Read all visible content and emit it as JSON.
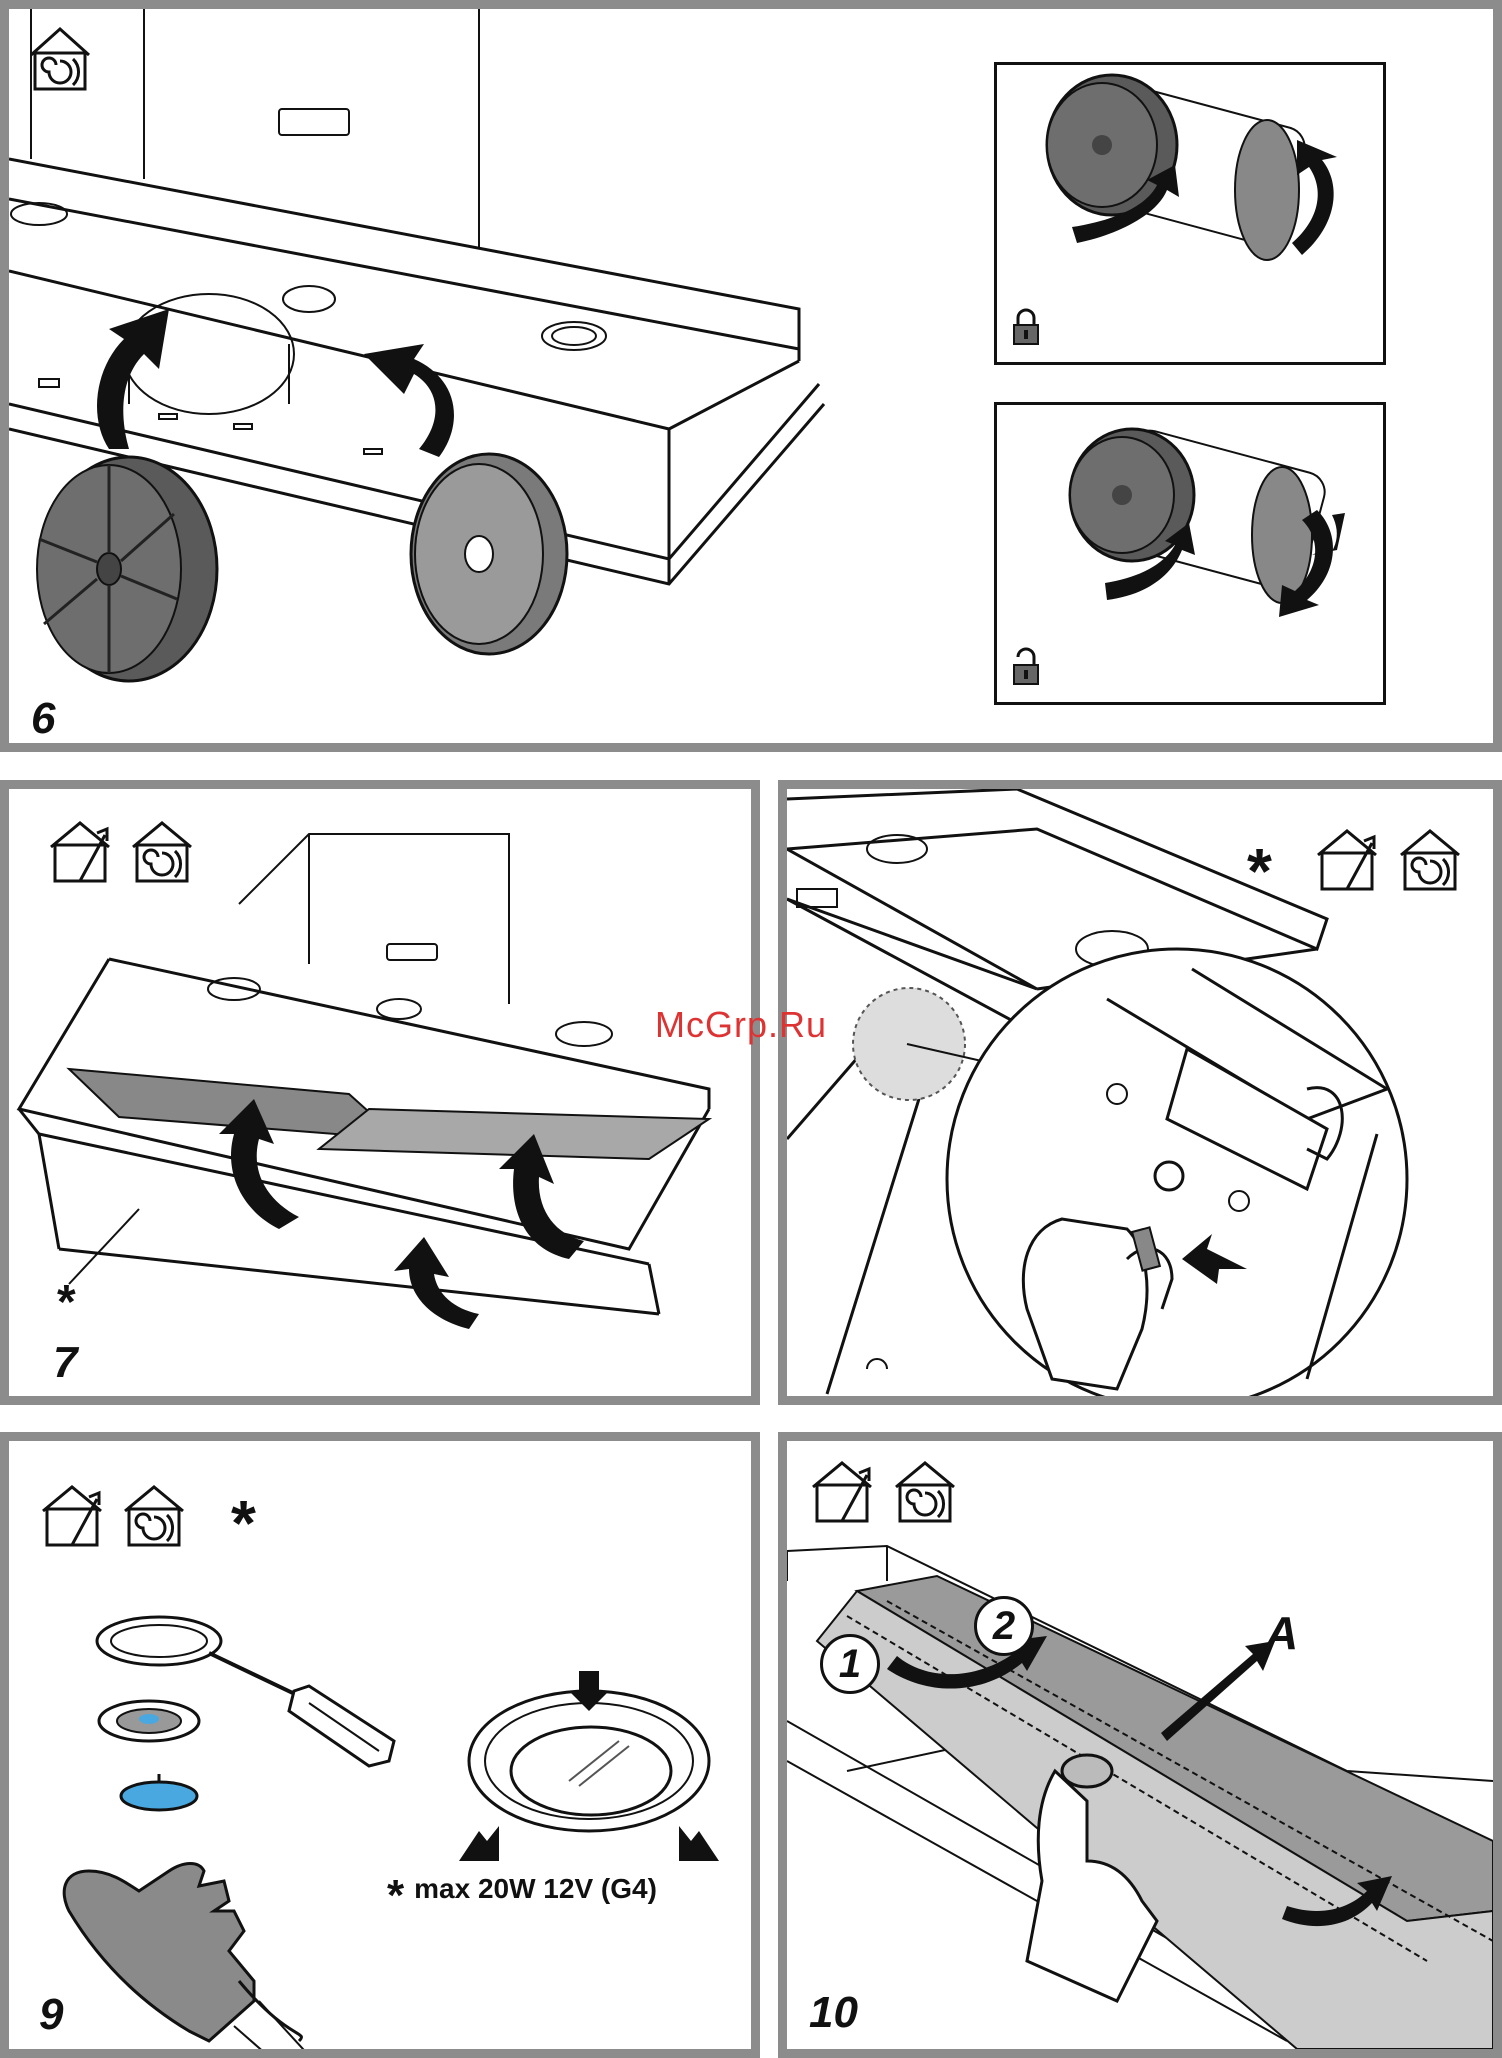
{
  "watermark": "McGrp.Ru",
  "panels": {
    "p6": {
      "number": "6"
    },
    "p7": {
      "number": "7",
      "asterisk": "*"
    },
    "p8": {
      "asterisk": "*"
    },
    "p9": {
      "number": "9",
      "asterisk": "*",
      "spec": "max 20W 12V (G4)",
      "spec_asterisk": "*"
    },
    "p10": {
      "number": "10",
      "callout_1": "1",
      "callout_2": "2",
      "label_a": "A"
    }
  },
  "icons": {
    "recirculation": "recirculation-house-icon",
    "ducted": "ducted-house-icon",
    "lock_closed": "lock-closed-icon",
    "lock_open": "lock-open-icon"
  },
  "colors": {
    "frame": "#8c8c8c",
    "filter_dark": "#5a5a5a",
    "lamp_blue": "#4aa8e0",
    "glove": "#8a8a8a",
    "watermark": "#dd3333"
  }
}
